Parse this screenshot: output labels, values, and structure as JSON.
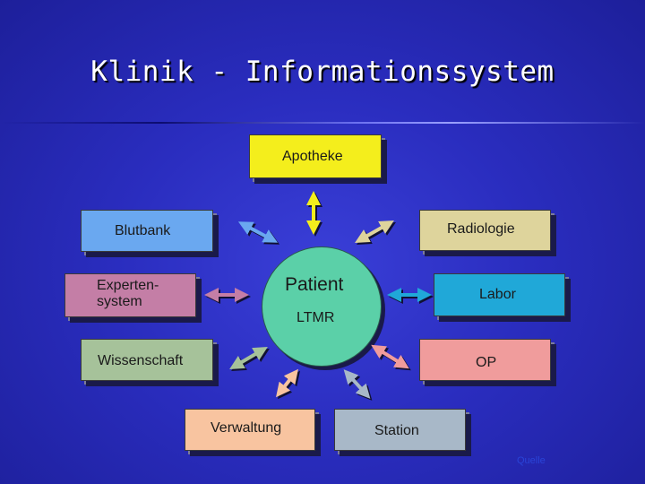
{
  "title": "Klinik - Informationssystem",
  "center": {
    "label": "Patient",
    "sublabel": "LTMR",
    "color": "#5bd0a8"
  },
  "boxes": {
    "apotheke": {
      "label": "Apotheke",
      "color": "#f4ee1c"
    },
    "blutbank": {
      "label": "Blutbank",
      "color": "#6aa8f0"
    },
    "radiologie": {
      "label": "Radiologie",
      "color": "#ded49c"
    },
    "expertensystem": {
      "label": "Experten-\nsystem",
      "color": "#c47ea6"
    },
    "labor": {
      "label": "Labor",
      "color": "#20a8d8"
    },
    "wissenschaft": {
      "label": "Wissenschaft",
      "color": "#a6c29a"
    },
    "op": {
      "label": "OP",
      "color": "#f09c9c"
    },
    "verwaltung": {
      "label": "Verwaltung",
      "color": "#f8c4a0"
    },
    "station": {
      "label": "Station",
      "color": "#a8b8c8"
    }
  },
  "arrows": {
    "apotheke": "#f4ee1c",
    "blutbank": "#6aa8f0",
    "radiologie": "#ded49c",
    "expertensystem": "#c47ea6",
    "labor": "#20a8d8",
    "wissenschaft": "#a6c29a",
    "op": "#f09c9c",
    "verwaltung": "#f8c4a0",
    "station": "#a8b8c8"
  },
  "source": "Quelle"
}
